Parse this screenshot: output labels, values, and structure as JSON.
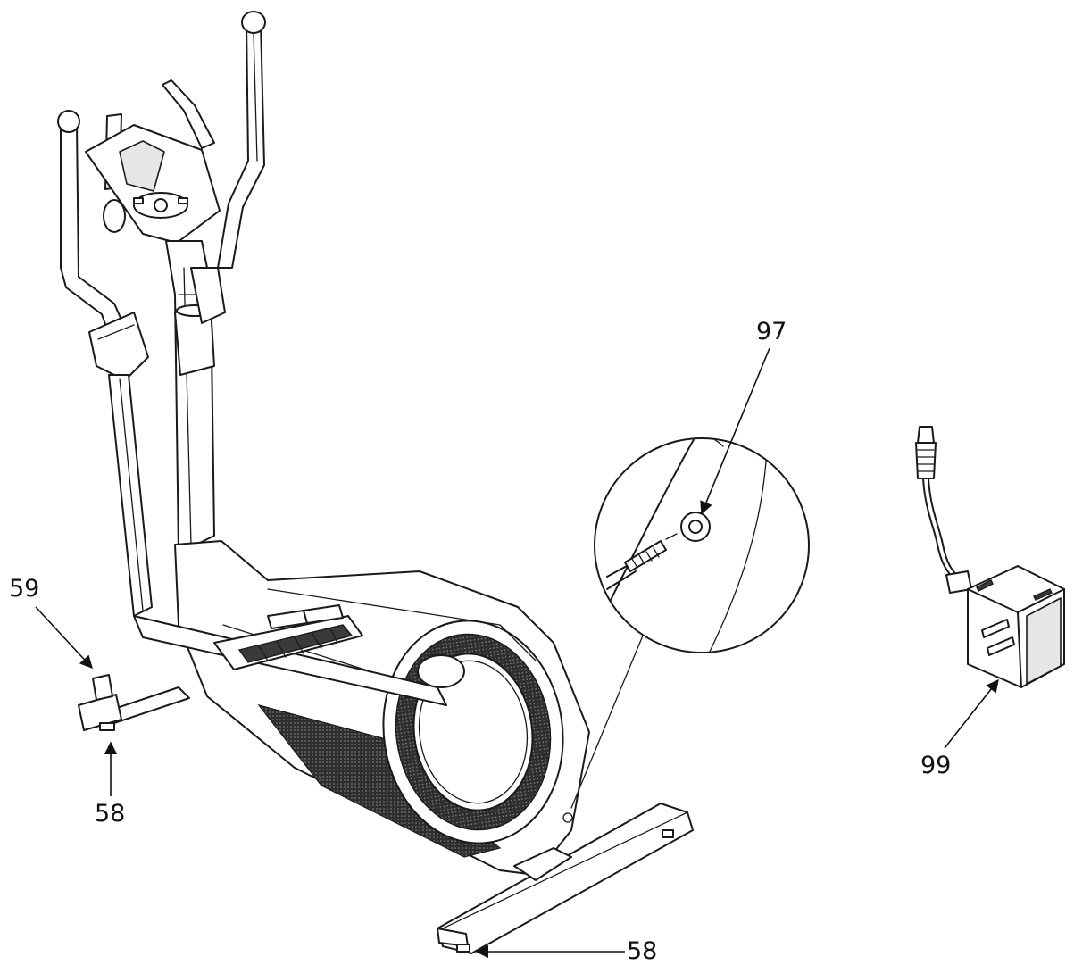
{
  "diagram": {
    "callouts": [
      {
        "id": "c97",
        "label": "97"
      },
      {
        "id": "c99",
        "label": "99"
      },
      {
        "id": "c59",
        "label": "59"
      },
      {
        "id": "c58a",
        "label": "58"
      },
      {
        "id": "c58b",
        "label": "58"
      }
    ],
    "icons": [
      "elliptical-trainer-icon",
      "power-adapter-icon",
      "dc-plug-detail-icon"
    ],
    "colors": {
      "line": "#1a1a1a",
      "background": "#ffffff",
      "mesh": "#3a3a3a"
    }
  }
}
